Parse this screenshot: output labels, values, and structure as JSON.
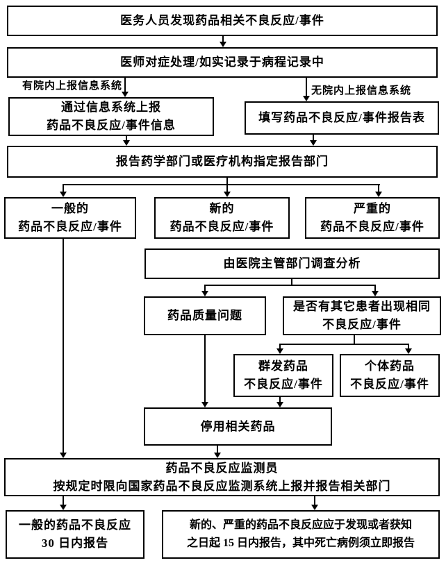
{
  "flowchart": {
    "nodes": {
      "discover": {
        "line1": "医务人员发现药品相关不良反应/事件"
      },
      "treat": {
        "line1": "医师对症处理/如实记录于病程记录中"
      },
      "report_via_system": {
        "line1": "通过信息系统上报",
        "line2": "药品不良反应/事件信息"
      },
      "fill_form": {
        "line1": "填写药品不良反应/事件报告表"
      },
      "report_dept": {
        "line1": "报告药学部门或医疗机构指定报告部门"
      },
      "general_adr": {
        "line1": "一般的",
        "line2": "药品不良反应/事件"
      },
      "new_adr": {
        "line1": "新的",
        "line2": "药品不良反应/事件"
      },
      "serious_adr": {
        "line1": "严重的",
        "line2": "药品不良反应/事件"
      },
      "hospital_investigate": {
        "line1": "由医院主管部门调查分析"
      },
      "quality_issue": {
        "line1": "药品质量问题"
      },
      "other_patients": {
        "line1": "是否有其它患者出现相同",
        "line2": "不良反应/事件"
      },
      "cluster_adr": {
        "line1": "群发药品",
        "line2": "不良反应/事件"
      },
      "individual_adr": {
        "line1": "个体药品",
        "line2": "不良反应/事件"
      },
      "stop_drug": {
        "line1": "停用相关药品"
      },
      "monitor_report": {
        "line1": "药品不良反应监测员",
        "line2": "按规定时限向国家药品不良反应监测系统上报并报告相关部门"
      },
      "general_deadline": {
        "line1": "一般的药品不良反应",
        "line2": "30 日内报告"
      },
      "serious_deadline": {
        "line1": "新的、严重的药品不良反应应于发现或者获知",
        "line2": "之日起 15 日内报告，其中死亡病例须立即报告"
      }
    },
    "branch_labels": {
      "has_internal_system": "有院内上报信息系统",
      "no_internal_system": "无院内上报信息系统"
    },
    "colors": {
      "line": "#000000",
      "background": "#ffffff"
    }
  }
}
